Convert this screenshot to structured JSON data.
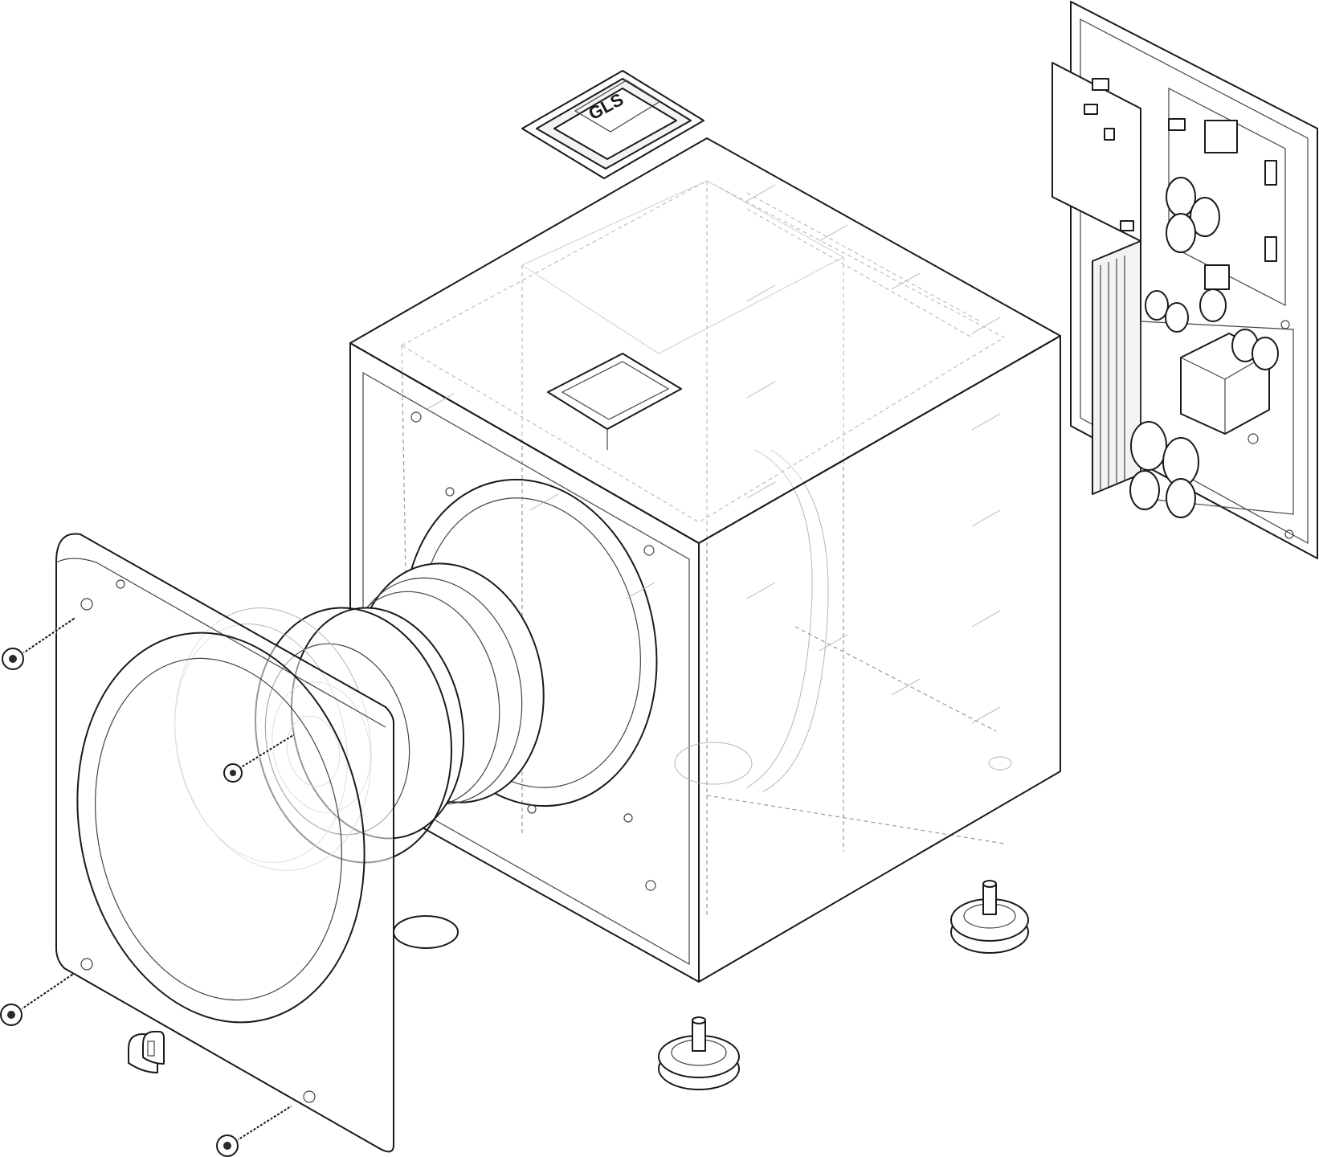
{
  "drawing": {
    "logo_text": "GLS",
    "parts": [
      "enclosure-cabinet",
      "front-baffle-panel",
      "woofer-driver",
      "amplifier-plate",
      "top-badge-plate",
      "cabinet-foot-left",
      "cabinet-foot-right",
      "baffle-screw-top",
      "baffle-screw-bottom-left",
      "baffle-screw-bottom-right",
      "driver-screw",
      "brand-mark"
    ]
  },
  "colors": {
    "line": "#1a1a1a",
    "hidden_line": "#9a9a9a",
    "background": "#ffffff"
  }
}
